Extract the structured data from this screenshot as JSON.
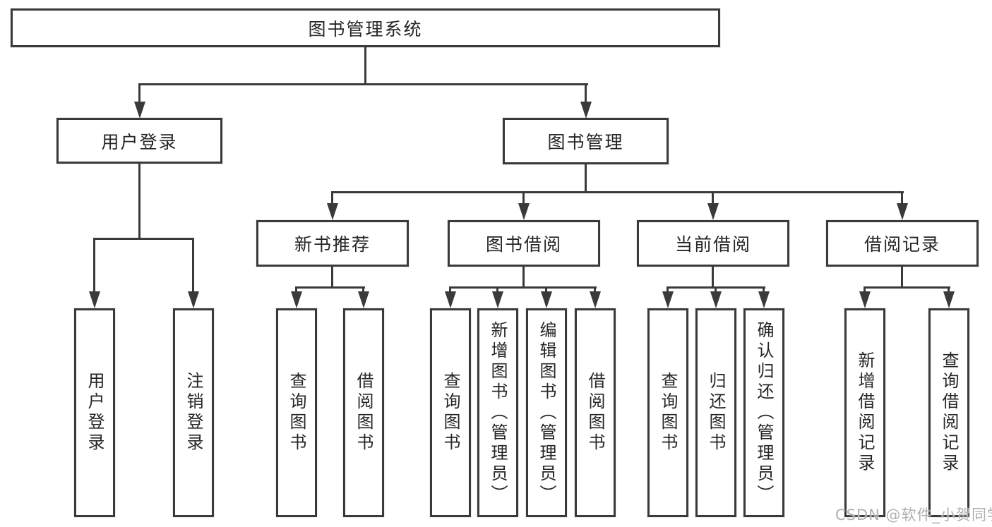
{
  "diagram": {
    "type": "hierarchy-tree",
    "root": {
      "label": "图书管理系统",
      "children": [
        {
          "label": "用户登录",
          "children": [
            {
              "label": "用户登录"
            },
            {
              "label": "注销登录"
            }
          ]
        },
        {
          "label": "图书管理",
          "children": [
            {
              "label": "新书推荐",
              "children": [
                {
                  "label": "查询图书"
                },
                {
                  "label": "借阅图书"
                }
              ]
            },
            {
              "label": "图书借阅",
              "children": [
                {
                  "label": "查询图书"
                },
                {
                  "label": "新增图书（管理员）"
                },
                {
                  "label": "编辑图书（管理员）"
                },
                {
                  "label": "借阅图书"
                }
              ]
            },
            {
              "label": "当前借阅",
              "children": [
                {
                  "label": "查询图书"
                },
                {
                  "label": "归还图书"
                },
                {
                  "label": "确认归还（管理员）"
                }
              ]
            },
            {
              "label": "借阅记录",
              "children": [
                {
                  "label": "新增借阅记录"
                },
                {
                  "label": "查询借阅记录"
                }
              ]
            }
          ]
        }
      ]
    }
  },
  "watermark": {
    "text": "CSDN @软件_小贺同学"
  },
  "colors": {
    "line": "#3a3a3a",
    "text": "#262626",
    "background": "#ffffff",
    "watermark": "#b0b0b0"
  }
}
